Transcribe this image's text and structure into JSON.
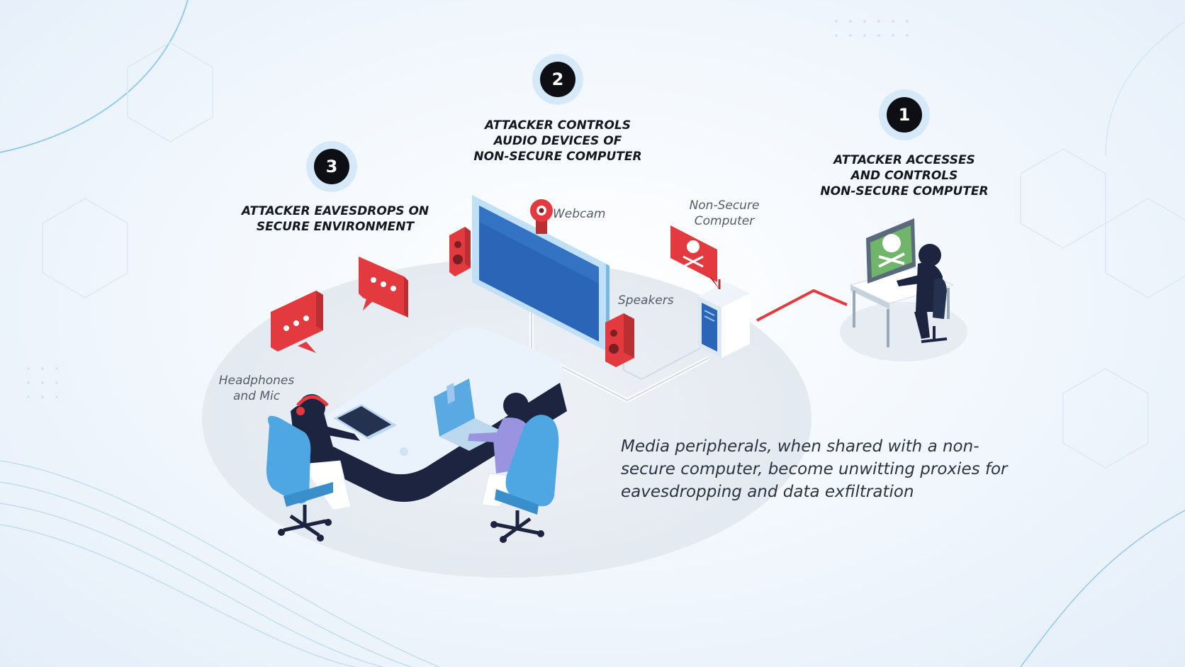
{
  "colors": {
    "accent_red": "#e23a3f",
    "accent_blue": "#4ea6e2",
    "dark_navy": "#1c2440",
    "badge_ring": "#d6e9f8",
    "badge_fill": "#0d0f14"
  },
  "steps": [
    {
      "number": "1",
      "title": "ATTACKER ACCESSES\nAND CONTROLS\nNON-SECURE COMPUTER"
    },
    {
      "number": "2",
      "title": "ATTACKER CONTROLS\nAUDIO DEVICES OF\nNON-SECURE COMPUTER"
    },
    {
      "number": "3",
      "title": "ATTACKER EAVESDROPS ON\nSECURE ENVIRONMENT"
    }
  ],
  "labels": {
    "webcam": "Webcam",
    "non_secure_computer": "Non-Secure\nComputer",
    "speakers": "Speakers",
    "headphones": "Headphones\nand Mic"
  },
  "caption": "Media peripherals, when shared with a non-secure computer, become unwitting proxies for eavesdropping and data exfiltration",
  "icons": {
    "webcam": "webcam-icon",
    "speaker": "speaker-icon",
    "monitor": "monitor-icon",
    "tower": "computer-tower-icon",
    "skull_flag": "skull-crossbones-icon",
    "speech": "speech-bubble-icon",
    "hacker": "hacker-icon"
  }
}
